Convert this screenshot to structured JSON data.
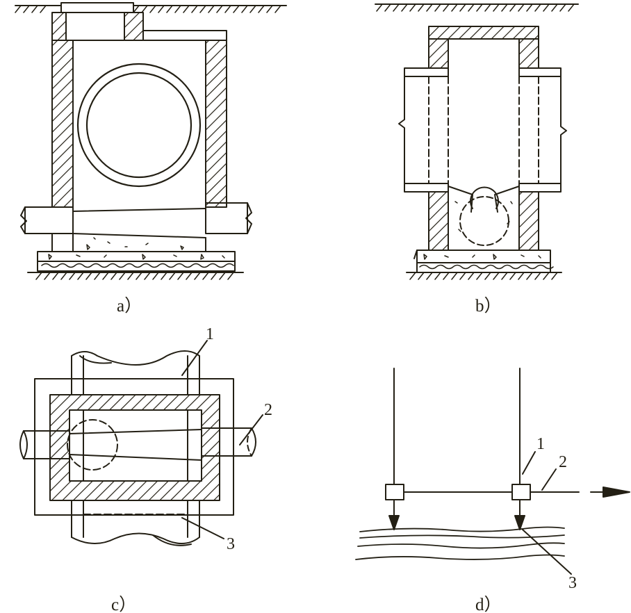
{
  "colors": {
    "ink": "#231f14",
    "paper": "#ffffff"
  },
  "panels": {
    "a": {
      "caption": "a）"
    },
    "b": {
      "caption": "b）"
    },
    "c": {
      "caption": "c）",
      "labels": [
        "1",
        "2",
        "3"
      ]
    },
    "d": {
      "caption": "d）",
      "labels": [
        "1",
        "2",
        "3"
      ]
    }
  }
}
